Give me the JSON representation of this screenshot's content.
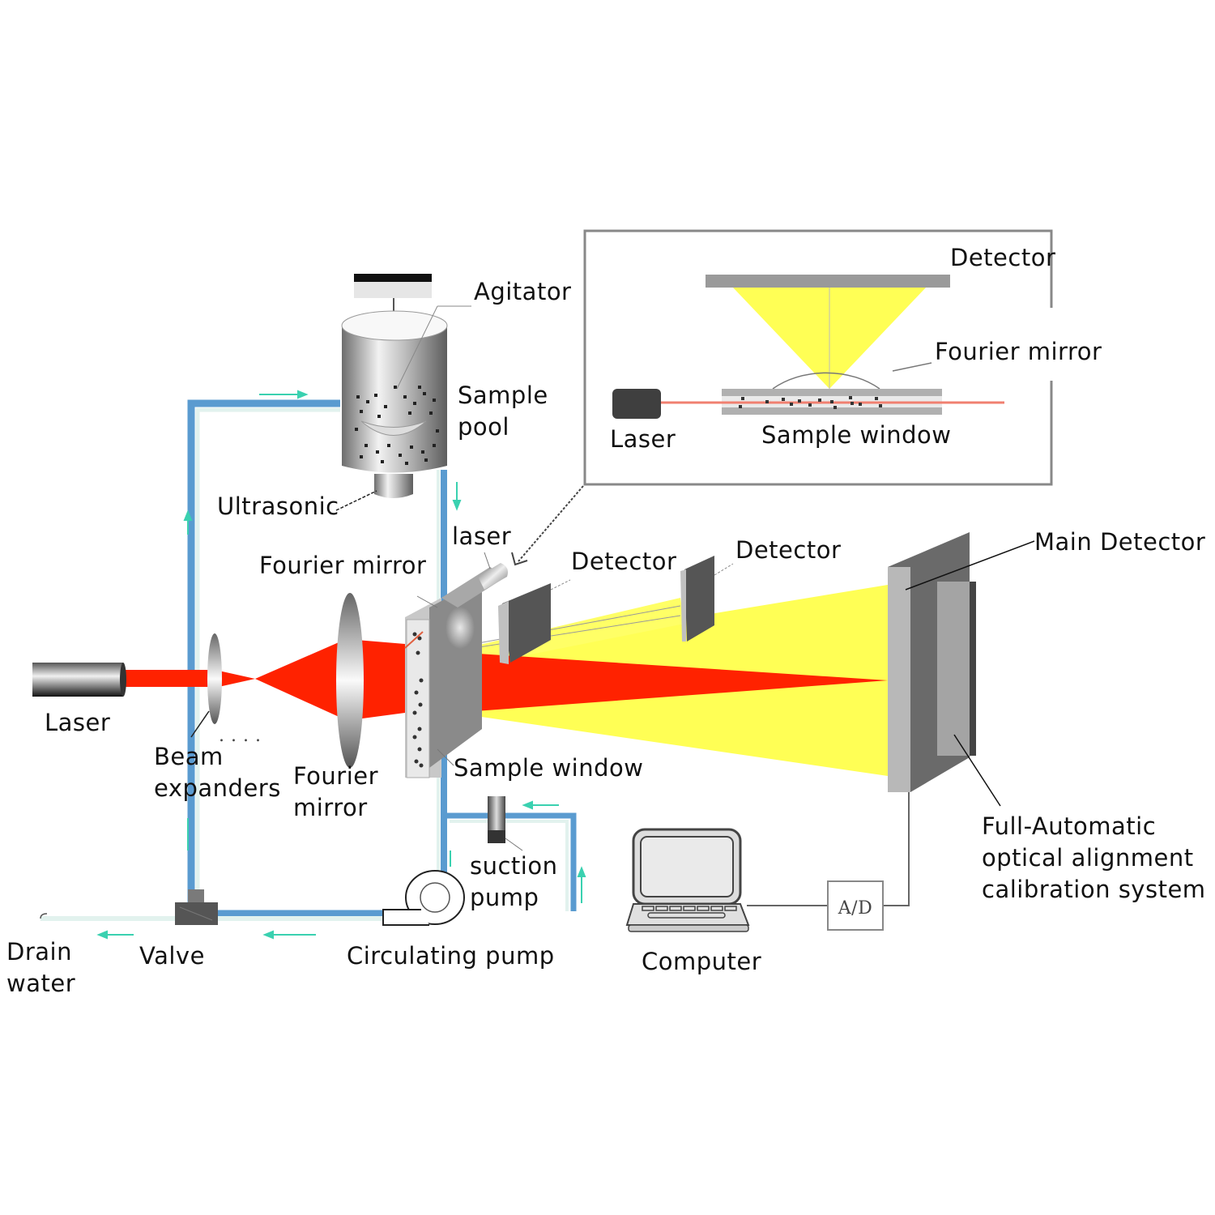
{
  "diagram": {
    "title": "Laser diffraction particle size analyzer schematic",
    "colors": {
      "laser_red": "#ff2200",
      "scatter_yellow": "#ffff44",
      "pipe_blue": "#5a9bd0",
      "pipe_light": "#dff0f0",
      "flow_arrow": "#3ad1b0",
      "device_gray": "#8a8a8a",
      "device_dark": "#555555"
    },
    "labels": {
      "agitator": "Agitator",
      "sample_pool_line1": "Sample",
      "sample_pool_line2": "pool",
      "ultrasonic": "Ultrasonic",
      "laser_main": "Laser",
      "beam_expanders_line1": "Beam",
      "beam_expanders_line2": "expanders",
      "fourier_mirror_top": "Fourier mirror",
      "fourier_mirror_bottom_line1": "Fourier",
      "fourier_mirror_bottom_line2": "mirror",
      "laser_side": "laser",
      "detector_1": "Detector",
      "detector_2": "Detector",
      "main_detector": "Main Detector",
      "sample_window": "Sample window",
      "suction_pump_line1": "suction",
      "suction_pump_line2": "pump",
      "circulating_pump": "Circulating pump",
      "valve": "Valve",
      "drain_water_line1": "Drain",
      "drain_water_line2": "water",
      "computer": "Computer",
      "ad_converter": "A/D",
      "calibration_line1": "Full-Automatic",
      "calibration_line2": "optical alignment",
      "calibration_line3": "calibration system"
    },
    "inset": {
      "detector": "Detector",
      "fourier_mirror": "Fourier mirror",
      "laser": "Laser",
      "sample_window": "Sample window"
    }
  }
}
